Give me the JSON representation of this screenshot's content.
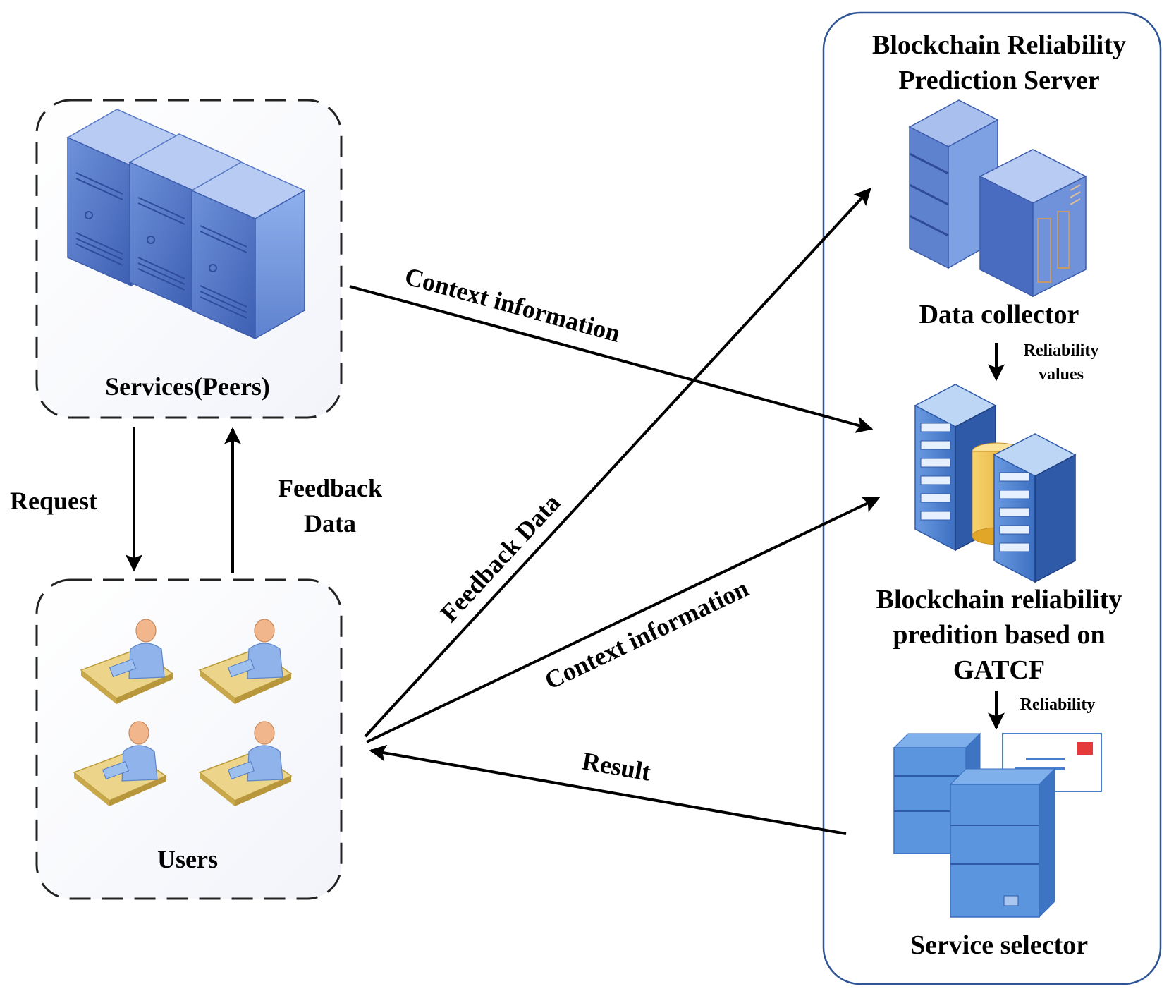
{
  "server": {
    "title_line1": "Blockchain Reliability",
    "title_line2": "Prediction Server",
    "data_collector": "Data collector",
    "reliability_values_line1": "Reliability",
    "reliability_values_line2": "values",
    "gatcf_line1": "Blockchain reliability",
    "gatcf_line2": "predition based on",
    "gatcf_line3": "GATCF",
    "reliability": "Reliability",
    "service_selector": "Service selector"
  },
  "services": {
    "label": "Services(Peers)"
  },
  "users": {
    "label": "Users"
  },
  "edges": {
    "request": "Request",
    "feedback_line1": "Feedback",
    "feedback_line2": "Data",
    "context_top": "Context information",
    "feedback_diag": "Feedback Data",
    "context_bottom": "Context information",
    "result": "Result"
  },
  "colors": {
    "server_border": "#2f5597",
    "tower_front": "#6a8fd8",
    "tower_side": "#4a6cc0",
    "tower_top": "#a9c0ef",
    "rack_front": "#4a7fd0",
    "rack_side": "#2f5aa8",
    "cylinder": "#f2c24a",
    "desk": "#e8cf7a",
    "person": "#f2b68c",
    "shirt": "#8fb3ea",
    "arrow": "#000000"
  }
}
